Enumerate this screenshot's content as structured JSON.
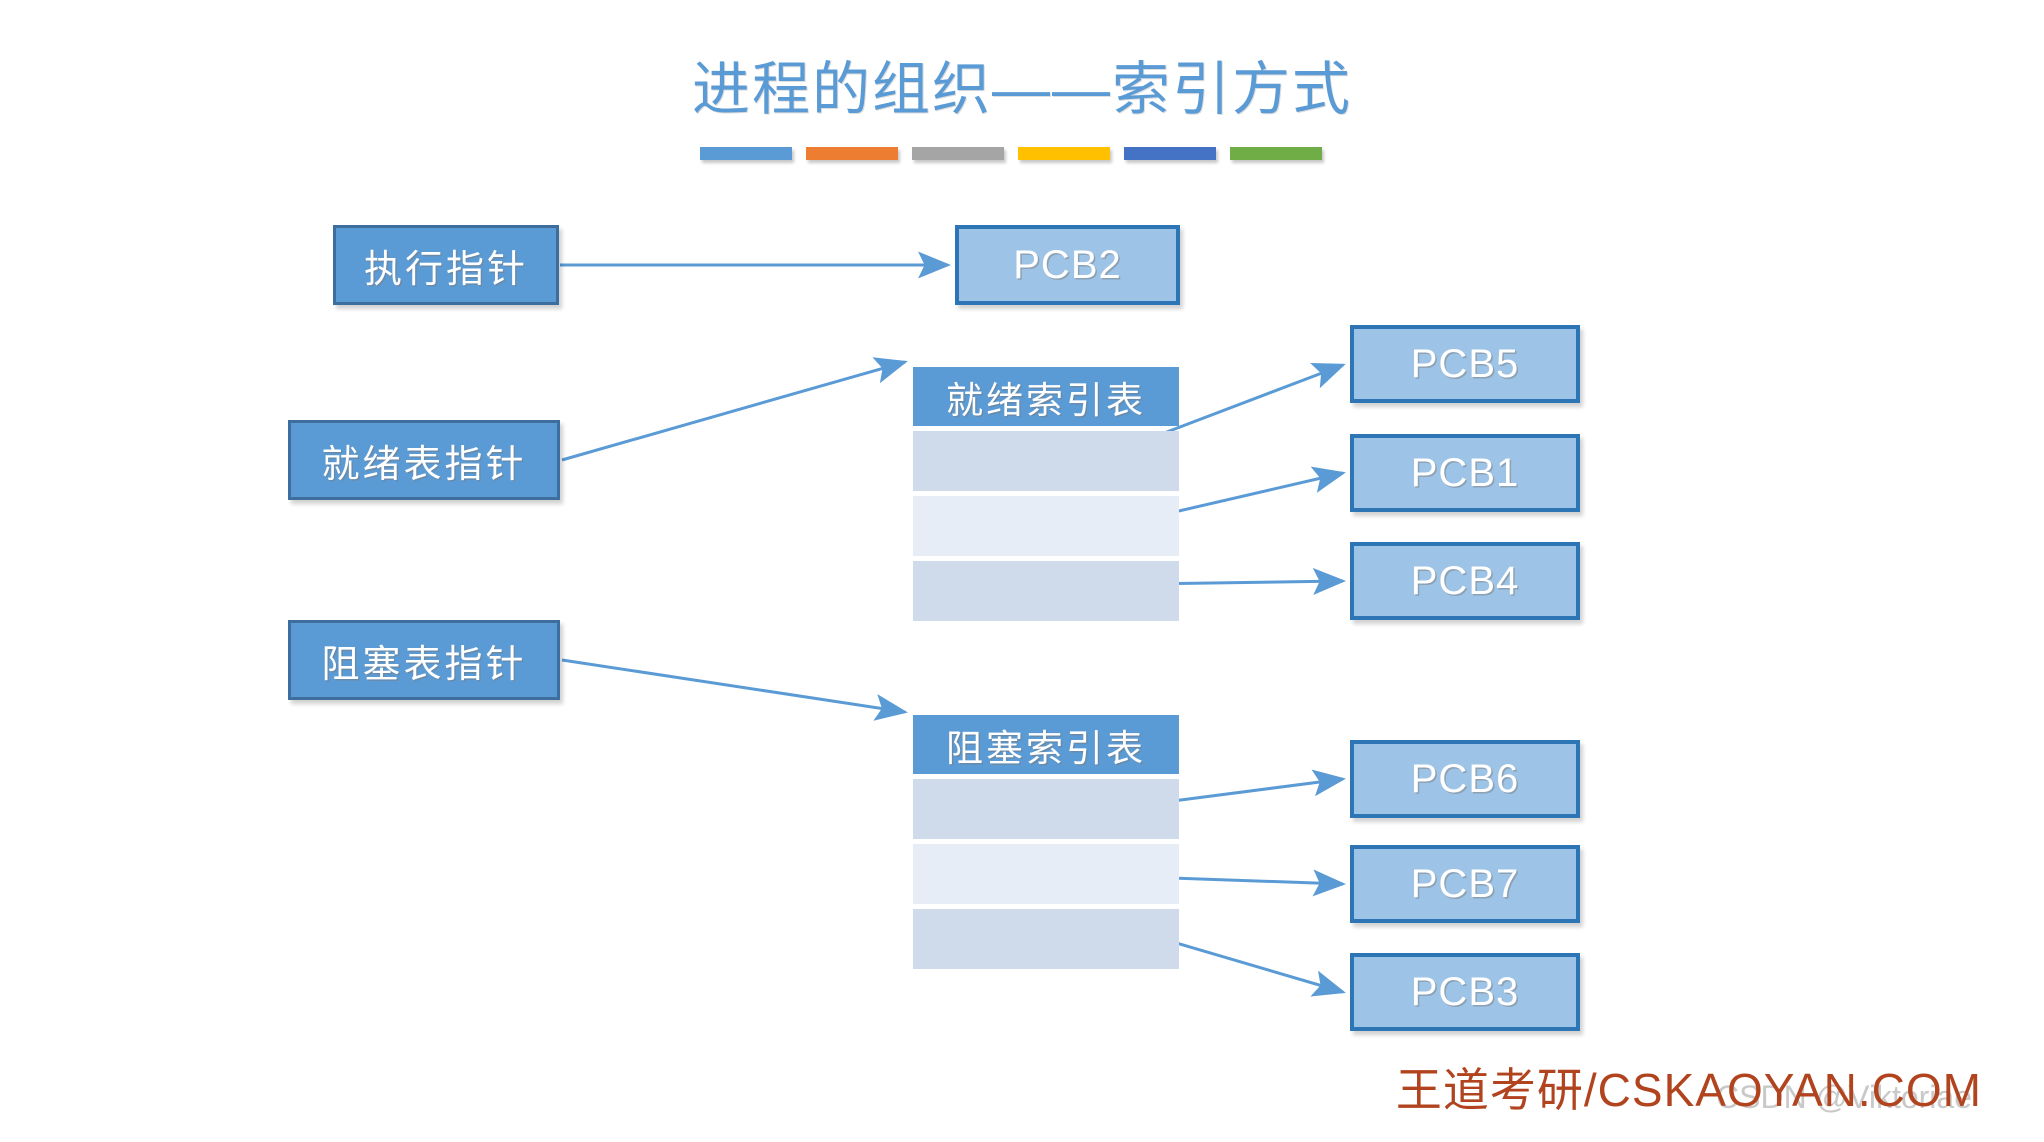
{
  "slide": {
    "title": "进程的组织——索引方式",
    "accent_bar_colors": [
      "#5B9BD5",
      "#ED7D31",
      "#A5A5A5",
      "#FFC000",
      "#4472C4",
      "#70AD47"
    ],
    "accent_bar_names": [
      "accent-bar-blue",
      "accent-bar-orange",
      "accent-bar-gray",
      "accent-bar-yellow",
      "accent-bar-darkblue",
      "accent-bar-green"
    ],
    "colors": {
      "title": "#5B9BD5",
      "pointer_box_fill": "#5B9BD5",
      "pointer_box_border": "#3E6E9E",
      "pcb_box_fill": "#9DC3E6",
      "pcb_box_border": "#2E75B6",
      "table_header_fill": "#5B9BD5",
      "table_row_odd": "#CFDAEA",
      "table_row_even": "#E7EDF6",
      "arrow": "#5B9BD5",
      "footer_brand": "#B1441E",
      "footer_watermark": "#C9C9C9"
    }
  },
  "pointers": {
    "running": "执行指针",
    "ready_list": "就绪表指针",
    "blocked_list": "阻塞表指针"
  },
  "tables": {
    "ready": {
      "header": "就绪索引表",
      "rows": [
        "",
        "",
        ""
      ]
    },
    "blocked": {
      "header": "阻塞索引表",
      "rows": [
        "",
        "",
        ""
      ]
    }
  },
  "pcbs": {
    "running": "PCB2",
    "ready": [
      "PCB5",
      "PCB1",
      "PCB4"
    ],
    "blocked": [
      "PCB6",
      "PCB7",
      "PCB3"
    ]
  },
  "footer": {
    "brand": "王道考研/CSKAOYAN.COM",
    "watermark": "CSDN @Viktoriae"
  }
}
